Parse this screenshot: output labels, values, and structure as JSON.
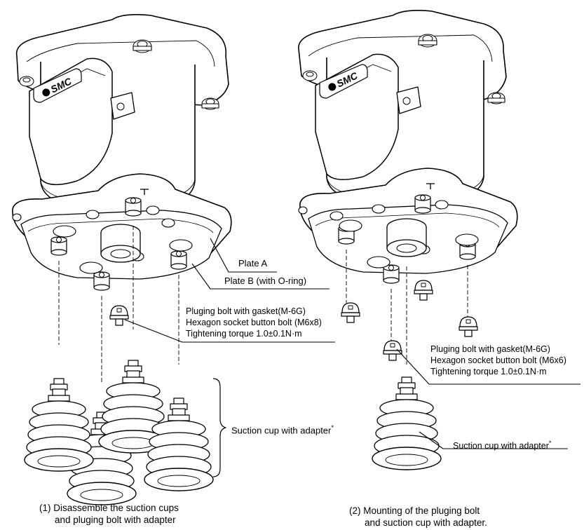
{
  "brand": {
    "logo_text": "SMC"
  },
  "left_panel": {
    "labels": {
      "plate_a": "Plate A",
      "plate_b": "Plate B (with O-ring)",
      "pluging_bolt": "Pluging bolt with gasket(M-6G)",
      "hex_bolt": "Hexagon socket button bolt (M6x8)",
      "torque": "Tightening torque 1.0±0.1N·m",
      "suction_cup": "Suction cup with adapter",
      "suction_cup_mark": "*"
    },
    "caption": {
      "line1": "(1) Disassemble the suction cups",
      "line2": "and pluging bolt with adapter"
    }
  },
  "right_panel": {
    "labels": {
      "pluging_bolt": "Pluging bolt with gasket(M-6G)",
      "hex_bolt": "Hexagon socket button bolt (M6x6)",
      "torque": "Tightening torque 1.0±0.1N·m",
      "suction_cup": "Suction cup with adapter",
      "suction_cup_mark": "*"
    },
    "caption": {
      "line1": "(2) Mounting of the pluging bolt",
      "line2": "and suction cup with adapter."
    }
  },
  "colors": {
    "line": "#000000",
    "background": "#ffffff",
    "body_fill": "#ffffff"
  }
}
